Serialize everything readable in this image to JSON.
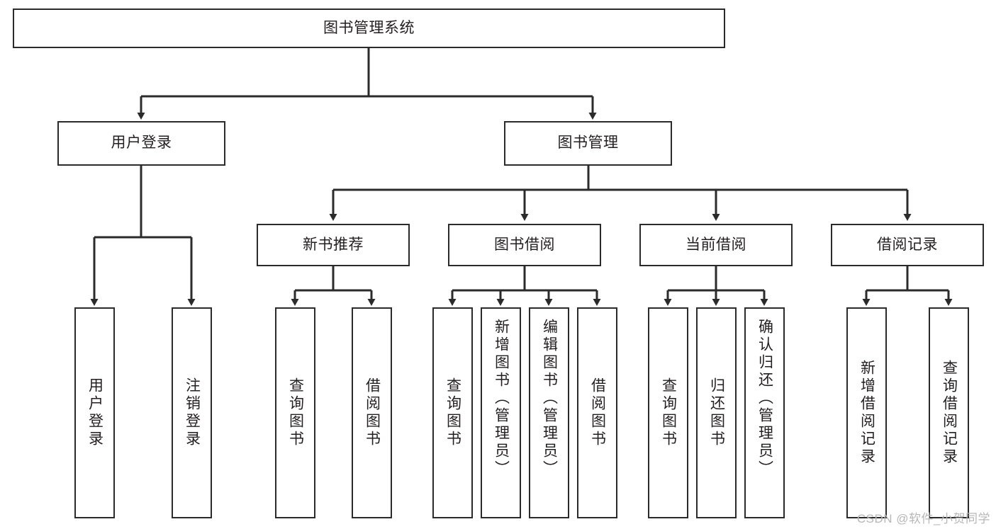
{
  "diagram": {
    "type": "tree",
    "title": "图书管理系统",
    "watermark": "CSDN @软件_小贺同学",
    "colors": {
      "box_border": "#2b2b2b",
      "box_fill": "#ffffff",
      "connector": "#2b2b2b",
      "text": "#231f20",
      "watermark": "#b7b7b7"
    },
    "root": {
      "label": "图书管理系统"
    },
    "level2": [
      {
        "label": "用户登录"
      },
      {
        "label": "图书管理"
      }
    ],
    "level3": [
      {
        "label": "新书推荐"
      },
      {
        "label": "图书借阅"
      },
      {
        "label": "当前借阅"
      },
      {
        "label": "借阅记录"
      }
    ],
    "leaves": {
      "user_login": [
        {
          "label": "用户登录"
        },
        {
          "label": "注销登录"
        }
      ],
      "new_book_recommend": [
        {
          "label": "查询图书"
        },
        {
          "label": "借阅图书"
        }
      ],
      "book_borrow": [
        {
          "label": "查询图书"
        },
        {
          "label": "新增图书（管理员）"
        },
        {
          "label": "编辑图书（管理员）"
        },
        {
          "label": "借阅图书"
        }
      ],
      "current_borrow": [
        {
          "label": "查询图书"
        },
        {
          "label": "归还图书"
        },
        {
          "label": "确认归还（管理员）"
        }
      ],
      "borrow_record": [
        {
          "label": "新增借阅记录"
        },
        {
          "label": "查询借阅记录"
        }
      ]
    },
    "edges": [
      {
        "from": "图书管理系统",
        "to": "用户登录"
      },
      {
        "from": "图书管理系统",
        "to": "图书管理"
      },
      {
        "from": "图书管理",
        "to": "新书推荐"
      },
      {
        "from": "图书管理",
        "to": "图书借阅"
      },
      {
        "from": "图书管理",
        "to": "当前借阅"
      },
      {
        "from": "图书管理",
        "to": "借阅记录"
      },
      {
        "from": "用户登录",
        "to": "用户登录"
      },
      {
        "from": "用户登录",
        "to": "注销登录"
      },
      {
        "from": "新书推荐",
        "to": "查询图书"
      },
      {
        "from": "新书推荐",
        "to": "借阅图书"
      },
      {
        "from": "图书借阅",
        "to": "查询图书"
      },
      {
        "from": "图书借阅",
        "to": "新增图书（管理员）"
      },
      {
        "from": "图书借阅",
        "to": "编辑图书（管理员）"
      },
      {
        "from": "图书借阅",
        "to": "借阅图书"
      },
      {
        "from": "当前借阅",
        "to": "查询图书"
      },
      {
        "from": "当前借阅",
        "to": "归还图书"
      },
      {
        "from": "当前借阅",
        "to": "确认归还（管理员）"
      },
      {
        "from": "借阅记录",
        "to": "新增借阅记录"
      },
      {
        "from": "借阅记录",
        "to": "查询借阅记录"
      }
    ]
  }
}
